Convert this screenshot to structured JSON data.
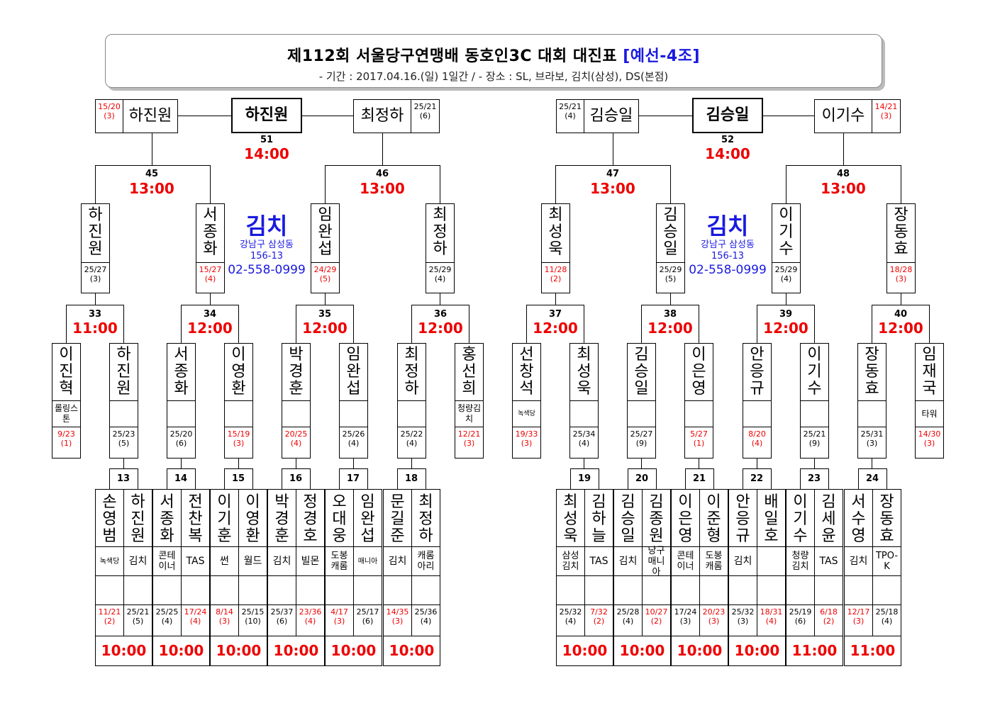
{
  "header": {
    "title_main": "제112회 서울당구연맹배 동호인3C 대회 대진표",
    "title_group": "[예선-4조]",
    "subtitle": "- 기간 : 2017.04.16.(일) 1일간 / - 장소 : SL, 브라보, 김치(삼성), DS(본점)"
  },
  "venue": {
    "name": "김치",
    "address1": "강남구 삼성동",
    "address2": "156-13",
    "phone": "02-558-0999"
  },
  "finals": [
    {
      "num": "51",
      "time": "14:00",
      "winner": "하진원",
      "left": {
        "name": "하진원",
        "score": "15/20",
        "inn": "(3)",
        "red": true
      },
      "right": {
        "name": "최정하",
        "score": "25/21",
        "inn": "(6)",
        "red": false
      }
    },
    {
      "num": "52",
      "time": "14:00",
      "winner": "김승일",
      "left": {
        "name": "김승일",
        "score": "25/21",
        "inn": "(4)",
        "red": false
      },
      "right": {
        "name": "이기수",
        "score": "14/21",
        "inn": "(3)",
        "red": true
      }
    }
  ],
  "semis": [
    {
      "num": "45",
      "time": "13:00",
      "p": [
        {
          "name": "하진원",
          "score": "25/27",
          "inn": "(3)",
          "red": false
        },
        {
          "name": "서종화",
          "score": "15/27",
          "inn": "(4)",
          "red": true
        }
      ]
    },
    {
      "num": "46",
      "time": "13:00",
      "p": [
        {
          "name": "임완섭",
          "score": "24/29",
          "inn": "(5)",
          "red": true
        },
        {
          "name": "최정하",
          "score": "25/29",
          "inn": "(4)",
          "red": false
        }
      ]
    },
    {
      "num": "47",
      "time": "13:00",
      "p": [
        {
          "name": "최성욱",
          "score": "11/28",
          "inn": "(2)",
          "red": true
        },
        {
          "name": "김승일",
          "score": "25/29",
          "inn": "(5)",
          "red": false
        }
      ]
    },
    {
      "num": "48",
      "time": "13:00",
      "p": [
        {
          "name": "이기수",
          "score": "25/29",
          "inn": "(4)",
          "red": false
        },
        {
          "name": "장동효",
          "score": "18/28",
          "inn": "(3)",
          "red": true
        }
      ]
    }
  ],
  "r2": [
    {
      "num": "33",
      "time": "11:00",
      "p": [
        {
          "name": "이진혁",
          "club": "롤링스톤",
          "score": "9/23",
          "inn": "(1)",
          "red": true
        },
        {
          "name": "하진원",
          "club": "",
          "score": "25/23",
          "inn": "(5)",
          "red": false
        }
      ]
    },
    {
      "num": "34",
      "time": "12:00",
      "p": [
        {
          "name": "서종화",
          "club": "",
          "score": "25/20",
          "inn": "(6)",
          "red": false
        },
        {
          "name": "이영환",
          "club": "",
          "score": "15/19",
          "inn": "(3)",
          "red": true
        }
      ]
    },
    {
      "num": "35",
      "time": "12:00",
      "p": [
        {
          "name": "박경훈",
          "club": "",
          "score": "20/25",
          "inn": "(4)",
          "red": true
        },
        {
          "name": "임완섭",
          "club": "",
          "score": "25/26",
          "inn": "(4)",
          "red": false
        }
      ]
    },
    {
      "num": "36",
      "time": "12:00",
      "p": [
        {
          "name": "최정하",
          "club": "",
          "score": "25/22",
          "inn": "(4)",
          "red": false
        },
        {
          "name": "홍선희",
          "club": "청량김치",
          "score": "12/21",
          "inn": "(3)",
          "red": true
        }
      ]
    },
    {
      "num": "37",
      "time": "12:00",
      "p": [
        {
          "name": "선창석",
          "club": "녹색당",
          "score": "19/33",
          "inn": "(3)",
          "red": true
        },
        {
          "name": "최성욱",
          "club": "",
          "score": "25/34",
          "inn": "(4)",
          "red": false
        }
      ]
    },
    {
      "num": "38",
      "time": "12:00",
      "p": [
        {
          "name": "김승일",
          "club": "",
          "score": "25/27",
          "inn": "(9)",
          "red": false
        },
        {
          "name": "이은영",
          "club": "",
          "score": "5/27",
          "inn": "(1)",
          "red": true
        }
      ]
    },
    {
      "num": "39",
      "time": "12:00",
      "p": [
        {
          "name": "안응규",
          "club": "",
          "score": "8/20",
          "inn": "(4)",
          "red": true
        },
        {
          "name": "이기수",
          "club": "",
          "score": "25/21",
          "inn": "(9)",
          "red": false
        }
      ]
    },
    {
      "num": "40",
      "time": "12:00",
      "p": [
        {
          "name": "장동효",
          "club": "",
          "score": "25/31",
          "inn": "(3)",
          "red": false
        },
        {
          "name": "임재국",
          "club": "타워",
          "score": "14/30",
          "inn": "(3)",
          "red": true
        }
      ]
    }
  ],
  "r1": [
    {
      "num": "13",
      "time": "10:00",
      "p": [
        {
          "name": "손영범",
          "club": "녹색당",
          "score": "11/21",
          "inn": "(2)",
          "red": true
        },
        {
          "name": "하진원",
          "club": "김치",
          "score": "25/21",
          "inn": "(5)",
          "red": false
        }
      ]
    },
    {
      "num": "14",
      "time": "10:00",
      "p": [
        {
          "name": "서종화",
          "club": "콘테이너",
          "score": "25/25",
          "inn": "(4)",
          "red": false
        },
        {
          "name": "전찬복",
          "club": "TAS",
          "score": "17/24",
          "inn": "(4)",
          "red": true
        }
      ]
    },
    {
      "num": "15",
      "time": "10:00",
      "p": [
        {
          "name": "이기훈",
          "club": "썬",
          "score": "8/14",
          "inn": "(3)",
          "red": true
        },
        {
          "name": "이영환",
          "club": "월드",
          "score": "25/15",
          "inn": "(10)",
          "red": false
        }
      ]
    },
    {
      "num": "16",
      "time": "10:00",
      "p": [
        {
          "name": "박경훈",
          "club": "김치",
          "score": "25/37",
          "inn": "(6)",
          "red": false
        },
        {
          "name": "정경호",
          "club": "빌몬",
          "score": "23/36",
          "inn": "(4)",
          "red": true
        }
      ]
    },
    {
      "num": "17",
      "time": "10:00",
      "p": [
        {
          "name": "오대웅",
          "club": "도봉캐롬",
          "score": "4/17",
          "inn": "(3)",
          "red": true
        },
        {
          "name": "임완섭",
          "club": "매니아",
          "score": "25/17",
          "inn": "(6)",
          "red": false
        }
      ]
    },
    {
      "num": "18",
      "time": "10:00",
      "p": [
        {
          "name": "문길준",
          "club": "김치",
          "score": "14/35",
          "inn": "(3)",
          "red": true
        },
        {
          "name": "최정하",
          "club": "캐롬아리",
          "score": "25/36",
          "inn": "(4)",
          "red": false
        }
      ]
    },
    {
      "num": "19",
      "time": "10:00",
      "p": [
        {
          "name": "최성욱",
          "club": "삼성김치",
          "score": "25/32",
          "inn": "(4)",
          "red": false
        },
        {
          "name": "김하늘",
          "club": "TAS",
          "score": "7/32",
          "inn": "(2)",
          "red": true
        }
      ]
    },
    {
      "num": "20",
      "time": "10:00",
      "p": [
        {
          "name": "김승일",
          "club": "김치",
          "score": "25/28",
          "inn": "(4)",
          "red": false
        },
        {
          "name": "김종원",
          "club": "당구매니아",
          "score": "10/27",
          "inn": "(2)",
          "red": true
        }
      ]
    },
    {
      "num": "21",
      "time": "10:00",
      "p": [
        {
          "name": "이은영",
          "club": "콘테이너",
          "score": "17/24",
          "inn": "(3)",
          "red": false
        },
        {
          "name": "이준형",
          "club": "도봉캐롬",
          "score": "20/23",
          "inn": "(3)",
          "red": true
        }
      ]
    },
    {
      "num": "22",
      "time": "10:00",
      "p": [
        {
          "name": "안응규",
          "club": "김치",
          "score": "25/32",
          "inn": "(3)",
          "red": false
        },
        {
          "name": "배일호",
          "club": "",
          "score": "18/31",
          "inn": "(4)",
          "red": true
        }
      ]
    },
    {
      "num": "23",
      "time": "11:00",
      "p": [
        {
          "name": "이기수",
          "club": "청량김치",
          "score": "25/19",
          "inn": "(6)",
          "red": false
        },
        {
          "name": "김세윤",
          "club": "TAS",
          "score": "6/18",
          "inn": "(2)",
          "red": true
        }
      ]
    },
    {
      "num": "24",
      "time": "11:00",
      "p": [
        {
          "name": "서수영",
          "club": "김치",
          "score": "12/17",
          "inn": "(3)",
          "red": true
        },
        {
          "name": "장동효",
          "club": "TPO-K",
          "score": "25/18",
          "inn": "(4)",
          "red": false
        }
      ]
    }
  ]
}
